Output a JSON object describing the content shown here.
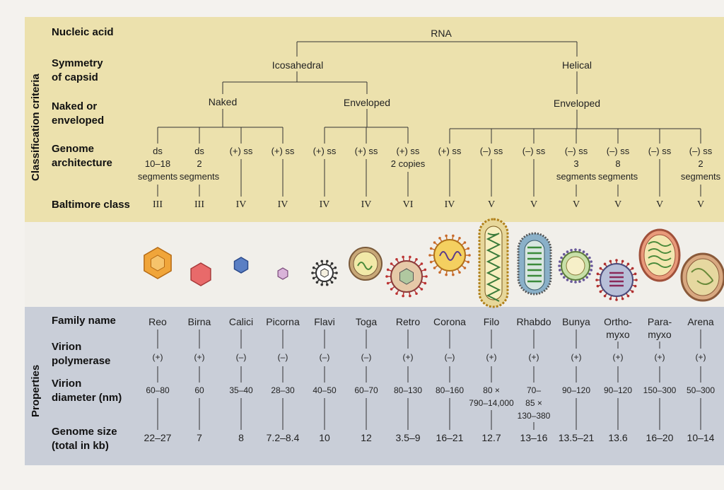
{
  "side_labels": {
    "top": "Classification criteria",
    "bottom": "Properties"
  },
  "row_labels": {
    "nucleic_acid": "Nucleic acid",
    "symmetry_1": "Symmetry",
    "symmetry_2": "of capsid",
    "naked_1": "Naked or",
    "naked_2": "enveloped",
    "genome_1": "Genome",
    "genome_2": "architecture",
    "baltimore": "Baltimore class",
    "family": "Family name",
    "polymerase_1": "Virion",
    "polymerase_2": "polymerase",
    "diameter_1": "Virion",
    "diameter_2": "diameter (nm)",
    "genome_size_1": "Genome size",
    "genome_size_2": "(total in kb)"
  },
  "tree": {
    "root": "RNA",
    "symmetry": [
      "Icosahedral",
      "Helical"
    ],
    "envelope": [
      "Naked",
      "Enveloped",
      "Enveloped"
    ]
  },
  "columns": [
    {
      "genome": [
        "ds",
        "10–18",
        "segments"
      ],
      "baltimore": "III",
      "family": [
        "Reo"
      ],
      "polymerase": "(+)",
      "diameter": [
        "60–80"
      ],
      "size": "22–27"
    },
    {
      "genome": [
        "ds",
        "2",
        "segments"
      ],
      "baltimore": "III",
      "family": [
        "Birna"
      ],
      "polymerase": "(+)",
      "diameter": [
        "60"
      ],
      "size": "7"
    },
    {
      "genome": [
        "(+) ss"
      ],
      "baltimore": "IV",
      "family": [
        "Calici"
      ],
      "polymerase": "(–)",
      "diameter": [
        "35–40"
      ],
      "size": "8"
    },
    {
      "genome": [
        "(+) ss"
      ],
      "baltimore": "IV",
      "family": [
        "Picorna"
      ],
      "polymerase": "(–)",
      "diameter": [
        "28–30"
      ],
      "size": "7.2–8.4"
    },
    {
      "genome": [
        "(+) ss"
      ],
      "baltimore": "IV",
      "family": [
        "Flavi"
      ],
      "polymerase": "(–)",
      "diameter": [
        "40–50"
      ],
      "size": "10"
    },
    {
      "genome": [
        "(+) ss"
      ],
      "baltimore": "IV",
      "family": [
        "Toga"
      ],
      "polymerase": "(–)",
      "diameter": [
        "60–70"
      ],
      "size": "12"
    },
    {
      "genome": [
        "(+) ss",
        "2 copies"
      ],
      "baltimore": "VI",
      "family": [
        "Retro"
      ],
      "polymerase": "(+)",
      "diameter": [
        "80–130"
      ],
      "size": "3.5–9"
    },
    {
      "genome": [
        "(+) ss"
      ],
      "baltimore": "IV",
      "family": [
        "Corona"
      ],
      "polymerase": "(–)",
      "diameter": [
        "80–160"
      ],
      "size": "16–21"
    },
    {
      "genome": [
        "(–) ss"
      ],
      "baltimore": "V",
      "family": [
        "Filo"
      ],
      "polymerase": "(+)",
      "diameter": [
        "80 ×",
        "790–14,000"
      ],
      "size": "12.7"
    },
    {
      "genome": [
        "(–) ss"
      ],
      "baltimore": "V",
      "family": [
        "Rhabdo"
      ],
      "polymerase": "(+)",
      "diameter": [
        "70–",
        "85 ×",
        "130–380"
      ],
      "size": "13–16"
    },
    {
      "genome": [
        "(–) ss",
        "3",
        "segments"
      ],
      "baltimore": "V",
      "family": [
        "Bunya"
      ],
      "polymerase": "(+)",
      "diameter": [
        "90–120"
      ],
      "size": "13.5–21"
    },
    {
      "genome": [
        "(–) ss",
        "8",
        "segments"
      ],
      "baltimore": "V",
      "family": [
        "Ortho-",
        "myxo"
      ],
      "polymerase": "(+)",
      "diameter": [
        "90–120"
      ],
      "size": "13.6"
    },
    {
      "genome": [
        "(–) ss"
      ],
      "baltimore": "V",
      "family": [
        "Para-",
        "myxo"
      ],
      "polymerase": "(+)",
      "diameter": [
        "150–300"
      ],
      "size": "16–20"
    },
    {
      "genome": [
        "(–) ss",
        "2",
        "segments"
      ],
      "baltimore": "V",
      "family": [
        "Arena"
      ],
      "polymerase": "(+)",
      "diameter": [
        "50–300"
      ],
      "size": "10–14"
    }
  ],
  "colors": {
    "top_band": "#ece1ad",
    "bottom_band": "#c9ced8",
    "line": "#333333"
  }
}
